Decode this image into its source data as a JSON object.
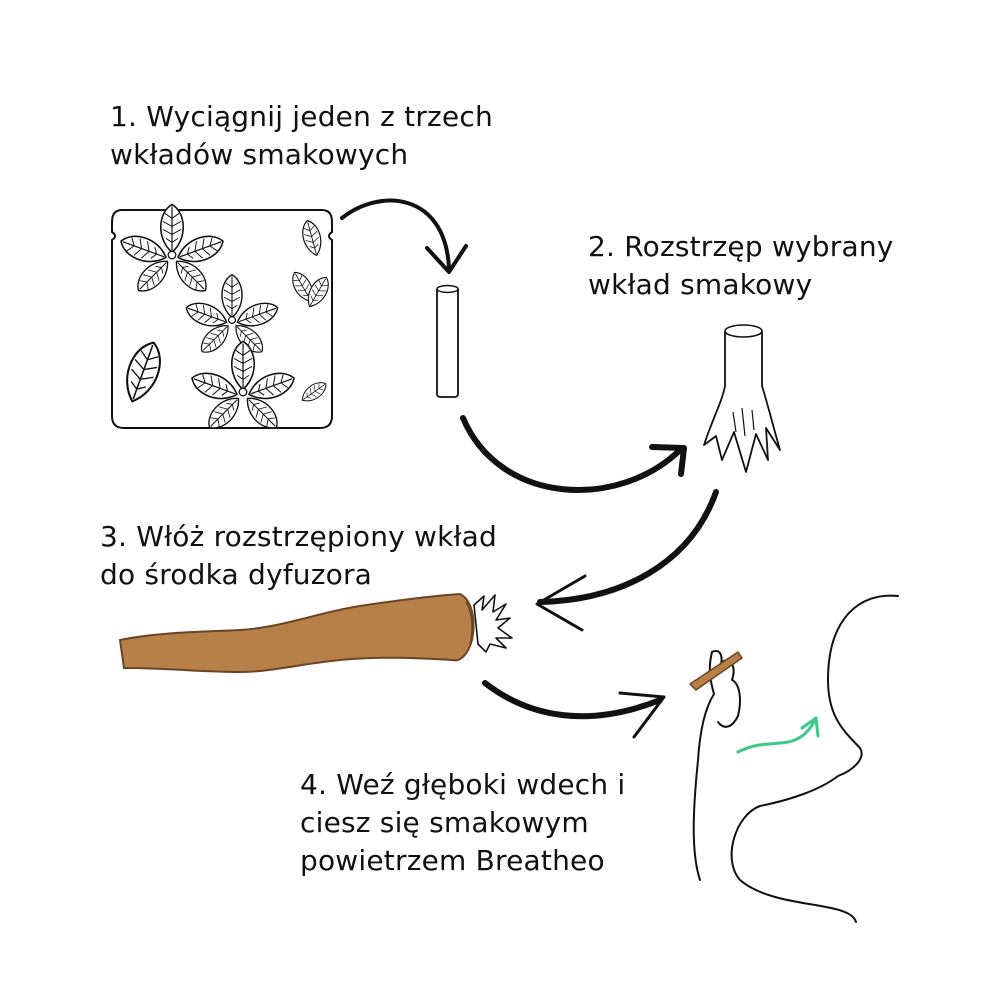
{
  "steps": [
    {
      "number": "1.",
      "lines": [
        "1. Wyciągnij jeden z trzech",
        "wkładów smakowych"
      ]
    },
    {
      "number": "2.",
      "lines": [
        "2. Rozstrzęp wybrany",
        "wkład smakowy"
      ]
    },
    {
      "number": "3.",
      "lines": [
        "3. Włóż rozstrzępiony wkład",
        "do środka dyfuzora"
      ]
    },
    {
      "number": "4.",
      "lines": [
        "4. Weź głęboki wdech i",
        "ciesz się smakowym",
        "powietrzem Breatheo"
      ]
    }
  ],
  "colors": {
    "ink": "#111111",
    "diffuser": "#b88049",
    "diffuser_dark": "#6b4424",
    "breath": "#3cc98a"
  },
  "icons": [
    "mint-leaf-icon",
    "flavor-stick-icon",
    "frayed-stick-icon",
    "diffuser-icon",
    "person-profile-icon",
    "arrow-icon"
  ]
}
